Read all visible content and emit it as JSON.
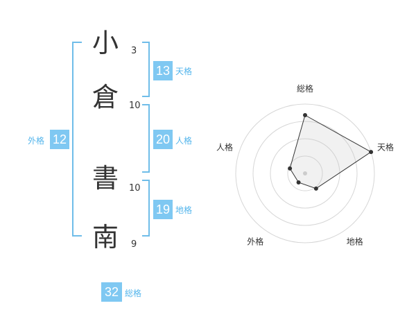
{
  "name": {
    "chars": [
      {
        "char": "小",
        "strokes": "3"
      },
      {
        "char": "倉",
        "strokes": "10"
      },
      {
        "char": "書",
        "strokes": "10"
      },
      {
        "char": "南",
        "strokes": "9"
      }
    ]
  },
  "kaku": {
    "ten": {
      "value": "13",
      "label": "天格"
    },
    "jin": {
      "value": "20",
      "label": "人格"
    },
    "chi": {
      "value": "19",
      "label": "地格"
    },
    "gai": {
      "value": "12",
      "label": "外格"
    },
    "sou": {
      "value": "32",
      "label": "総格"
    }
  },
  "colors": {
    "accent": "#7fc8f2",
    "label": "#55b6ec",
    "bracket": "#6fbde9",
    "text": "#333333"
  },
  "chart_data": {
    "type": "radar",
    "axes": [
      "総格",
      "天格",
      "地格",
      "外格",
      "人格"
    ],
    "values": [
      0.84,
      1.0,
      0.27,
      0.16,
      0.23
    ],
    "range": [
      0,
      1
    ],
    "rings": 4,
    "grid": true
  }
}
